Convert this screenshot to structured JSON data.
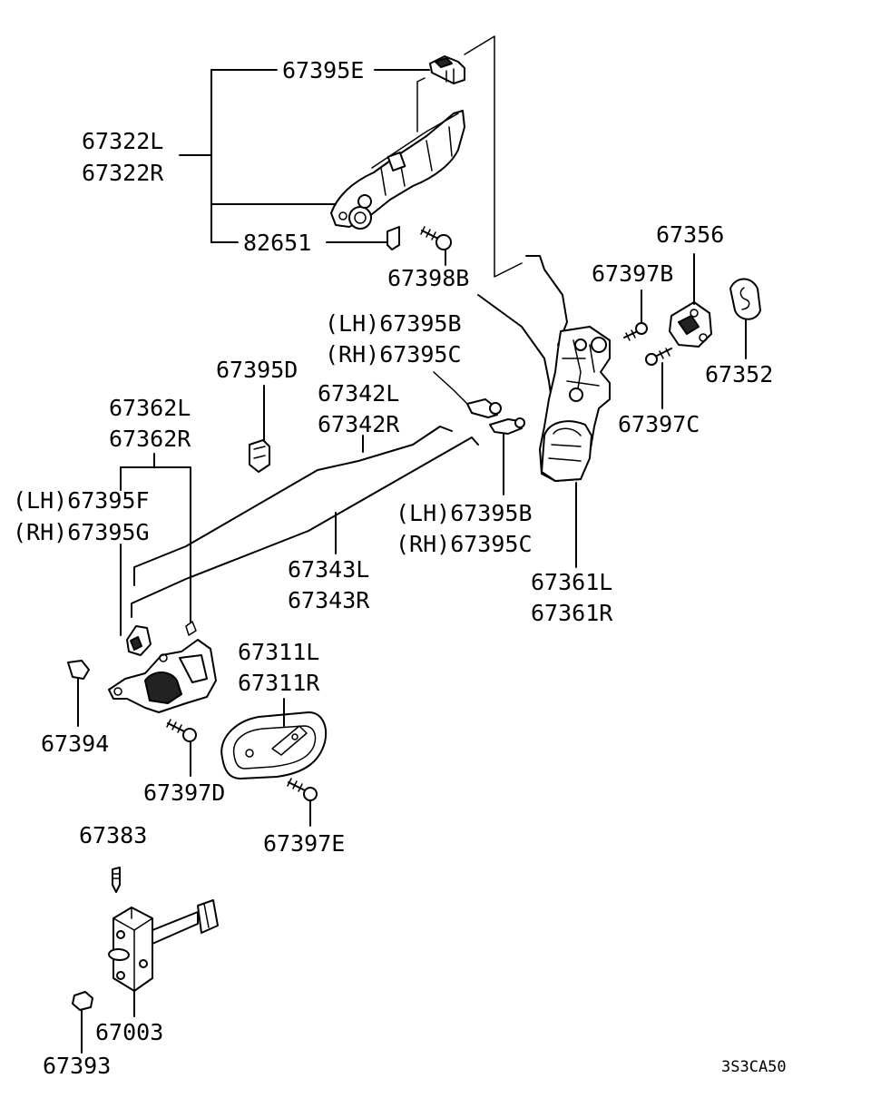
{
  "labels": {
    "p67395E": "67395E",
    "p67322L": "67322L",
    "p67322R": "67322R",
    "p82651": "82651",
    "p67398B": "67398B",
    "p67356": "67356",
    "p67397B": "67397B",
    "p67352": "67352",
    "p67397C": "67397C",
    "p67395B_top": "(LH)67395B",
    "p67395C_top": "(RH)67395C",
    "p67395D": "67395D",
    "p67342L": "67342L",
    "p67342R": "67342R",
    "p67362L": "67362L",
    "p67362R": "67362R",
    "p67395F": "(LH)67395F",
    "p67395G": "(RH)67395G",
    "p67395B_mid": "(LH)67395B",
    "p67395C_mid": "(RH)67395C",
    "p67343L": "67343L",
    "p67343R": "67343R",
    "p67361L": "67361L",
    "p67361R": "67361R",
    "p67311L": "67311L",
    "p67311R": "67311R",
    "p67394": "67394",
    "p67397D": "67397D",
    "p67397E": "67397E",
    "p67383": "67383",
    "p67003": "67003",
    "p67393": "67393"
  },
  "diagram_code": "3S3CA50"
}
